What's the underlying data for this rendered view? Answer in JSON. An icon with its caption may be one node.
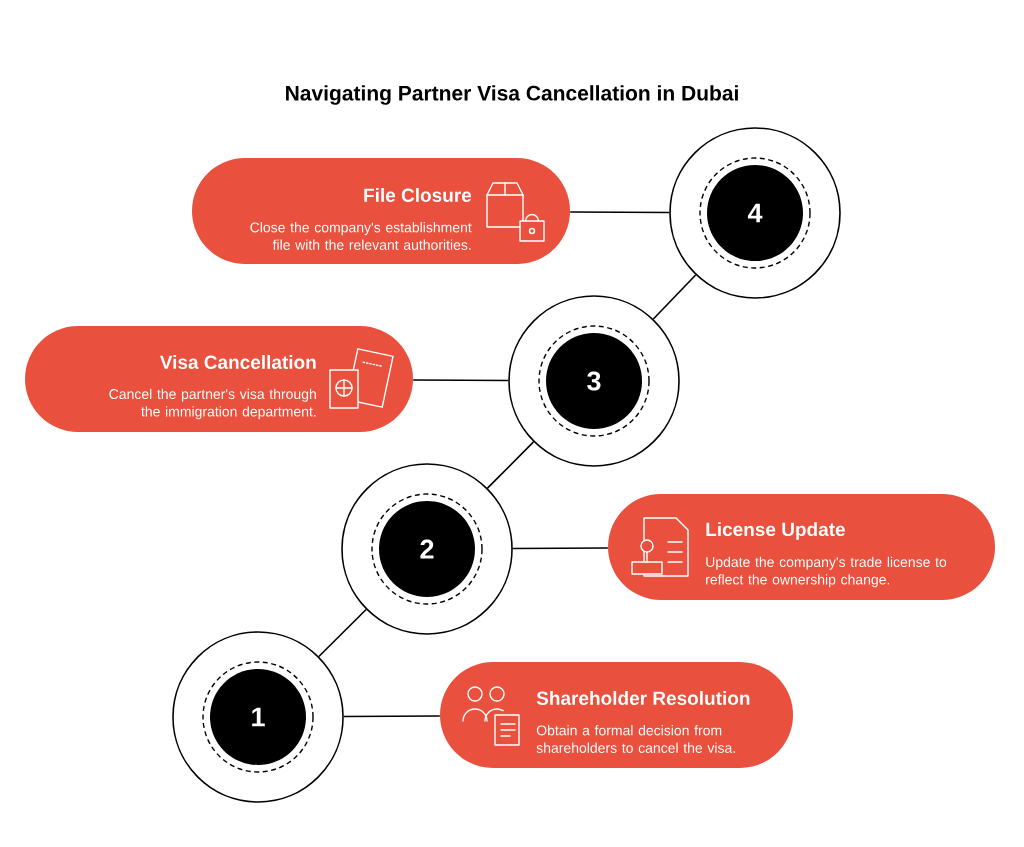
{
  "diagram": {
    "title": "Navigating Partner Visa Cancellation in Dubai",
    "nodes": [
      {
        "text": [
          "File Closure",
          "Close the company's establishment file with the relevant authorities."
        ]
      },
      {
        "text": [
          "4"
        ]
      },
      {
        "text": [
          "Visa Cancellation",
          "Cancel the partner's visa through the immigration department."
        ]
      },
      {
        "text": [
          "3"
        ]
      },
      {
        "text": [
          "2"
        ]
      },
      {
        "text": [
          "License Update",
          "Update the company's trade license to reflect the ownership change."
        ]
      },
      {
        "text": [
          "1"
        ]
      },
      {
        "text": [
          "Shareholder Resolution",
          "Obtain a formal decision from shareholders to cancel the visa."
        ]
      }
    ],
    "edges": [
      {
        "from": 0,
        "to": 1,
        "arrow": "none"
      },
      {
        "from": 2,
        "to": 3,
        "arrow": "none"
      },
      {
        "from": 4,
        "to": 5,
        "arrow": "none"
      },
      {
        "from": 6,
        "to": 7,
        "arrow": "none"
      },
      {
        "from": 6,
        "to": 4,
        "arrow": "none"
      },
      {
        "from": 4,
        "to": 3,
        "arrow": "none"
      },
      {
        "from": 3,
        "to": 1,
        "arrow": "none"
      }
    ]
  }
}
